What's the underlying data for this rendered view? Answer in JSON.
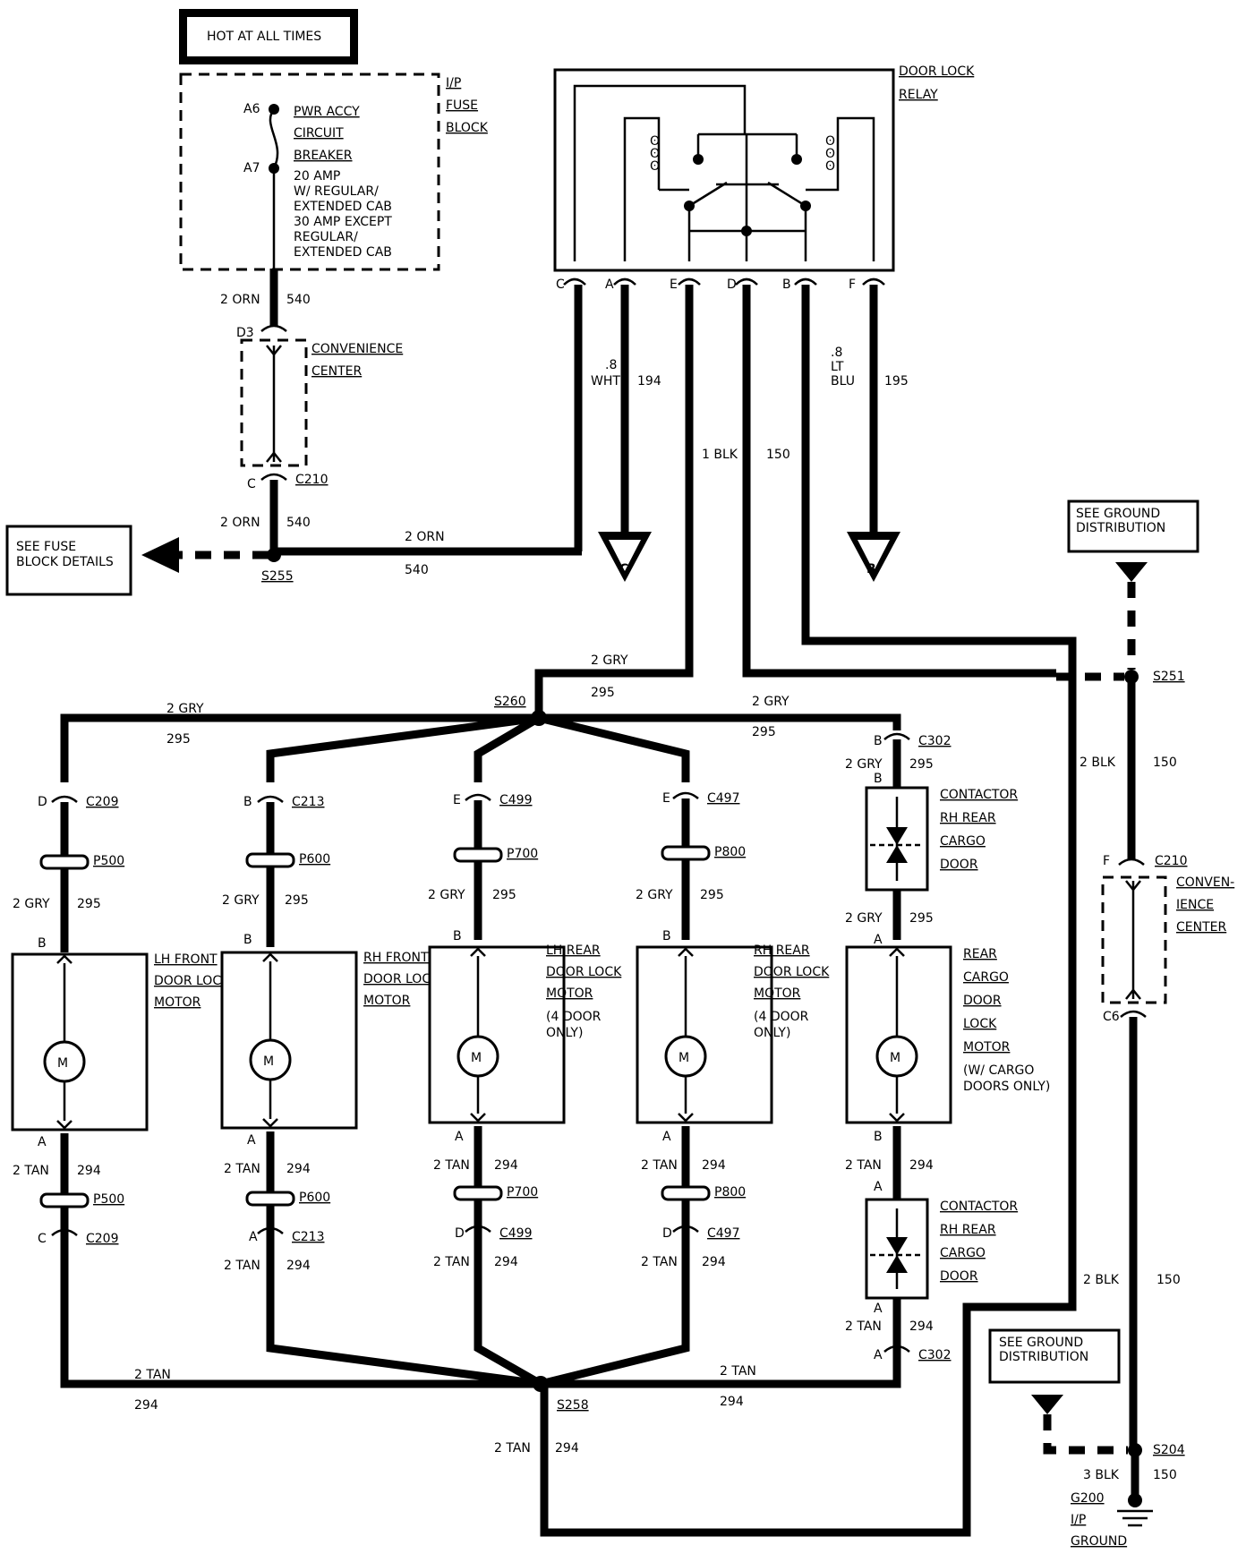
{
  "hot_label": "HOT AT ALL TIMES",
  "fuse_block": {
    "title": [
      "I/P",
      "FUSE",
      "BLOCK"
    ],
    "pin_top": "A6",
    "pin_bottom": "A7",
    "breaker": [
      "PWR ACCY",
      "CIRCUIT",
      "BREAKER"
    ],
    "rating": [
      "20 AMP",
      "W/ REGULAR/",
      "EXTENDED CAB",
      "30 AMP EXCEPT",
      "REGULAR/",
      "EXTENDED CAB"
    ]
  },
  "convenience_left": {
    "pin_top": "D3",
    "label": [
      "CONVENIENCE",
      "CENTER"
    ],
    "pin_bottom": "C",
    "connector": "C210"
  },
  "wire_orn": {
    "color": "2 ORN",
    "circuit": "540"
  },
  "see_fuse": [
    "SEE FUSE",
    "BLOCK DETAILS"
  ],
  "splice_s255": "S255",
  "relay": {
    "title": [
      "DOOR LOCK",
      "RELAY"
    ],
    "pins": [
      "C",
      "A",
      "E",
      "D",
      "B",
      "F"
    ],
    "wire_a": {
      "gauge": ".8",
      "color": "WHT",
      "circuit": "194"
    },
    "wire_d": {
      "color": "1 BLK",
      "circuit": "150"
    },
    "wire_f": {
      "gauge": ".8",
      "lines": [
        "LT",
        "BLU"
      ],
      "circuit": "195"
    }
  },
  "offpage": {
    "c": "C",
    "b": "B"
  },
  "ground_ref_top": [
    "SEE GROUND",
    "DISTRIBUTION"
  ],
  "ground_ref_bottom": [
    "SEE GROUND",
    "DISTRIBUTION"
  ],
  "splices": {
    "s260": "S260",
    "s258": "S258",
    "s251": "S251",
    "s204": "S204"
  },
  "gry": {
    "color": "2 GRY",
    "circuit": "295"
  },
  "tan": {
    "color": "2 TAN",
    "circuit": "294"
  },
  "blk": {
    "color": "2 BLK",
    "circuit": "150",
    "color3": "3 BLK"
  },
  "motors": [
    {
      "name": [
        "LH FRONT",
        "DOOR LOCK",
        "MOTOR"
      ],
      "top_pin": "D",
      "top_conn": "C209",
      "top_plug": "P500",
      "bot_plug": "P500",
      "bot_pin": "C",
      "bot_conn": "C209"
    },
    {
      "name": [
        "RH FRONT",
        "DOOR LOCK",
        "MOTOR"
      ],
      "top_pin": "B",
      "top_conn": "C213",
      "top_plug": "P600",
      "bot_plug": "P600",
      "bot_pin": "A",
      "bot_conn": "C213"
    },
    {
      "name": [
        "LH REAR",
        "DOOR LOCK",
        "MOTOR"
      ],
      "note": [
        "(4 DOOR",
        "ONLY)"
      ],
      "top_pin": "E",
      "top_conn": "C499",
      "top_plug": "P700",
      "bot_plug": "P700",
      "bot_pin": "D",
      "bot_conn": "C499"
    },
    {
      "name": [
        "RH REAR",
        "DOOR LOCK",
        "MOTOR"
      ],
      "note": [
        "(4 DOOR",
        "ONLY)"
      ],
      "top_pin": "E",
      "top_conn": "C497",
      "top_plug": "P800",
      "bot_plug": "P800",
      "bot_pin": "D",
      "bot_conn": "C497"
    },
    {
      "name": [
        "REAR",
        "CARGO",
        "DOOR",
        "LOCK",
        "MOTOR"
      ],
      "note": [
        "(W/ CARGO",
        "DOORS ONLY)"
      ]
    }
  ],
  "motor_pins": {
    "top": "B",
    "bottom": "A",
    "m": "M"
  },
  "cargo": {
    "c302": "C302",
    "pin_b": "B",
    "pin_a": "A",
    "contactor": [
      "CONTACTOR",
      "RH REAR",
      "CARGO",
      "DOOR"
    ]
  },
  "convenience_right": {
    "pin_top": "F",
    "connector": "C210",
    "label": [
      "CONVEN-",
      "IENCE",
      "CENTER"
    ],
    "pin_bottom": "C6"
  },
  "ground": {
    "name": "G200",
    "lines": [
      "I/P",
      "GROUND"
    ]
  }
}
